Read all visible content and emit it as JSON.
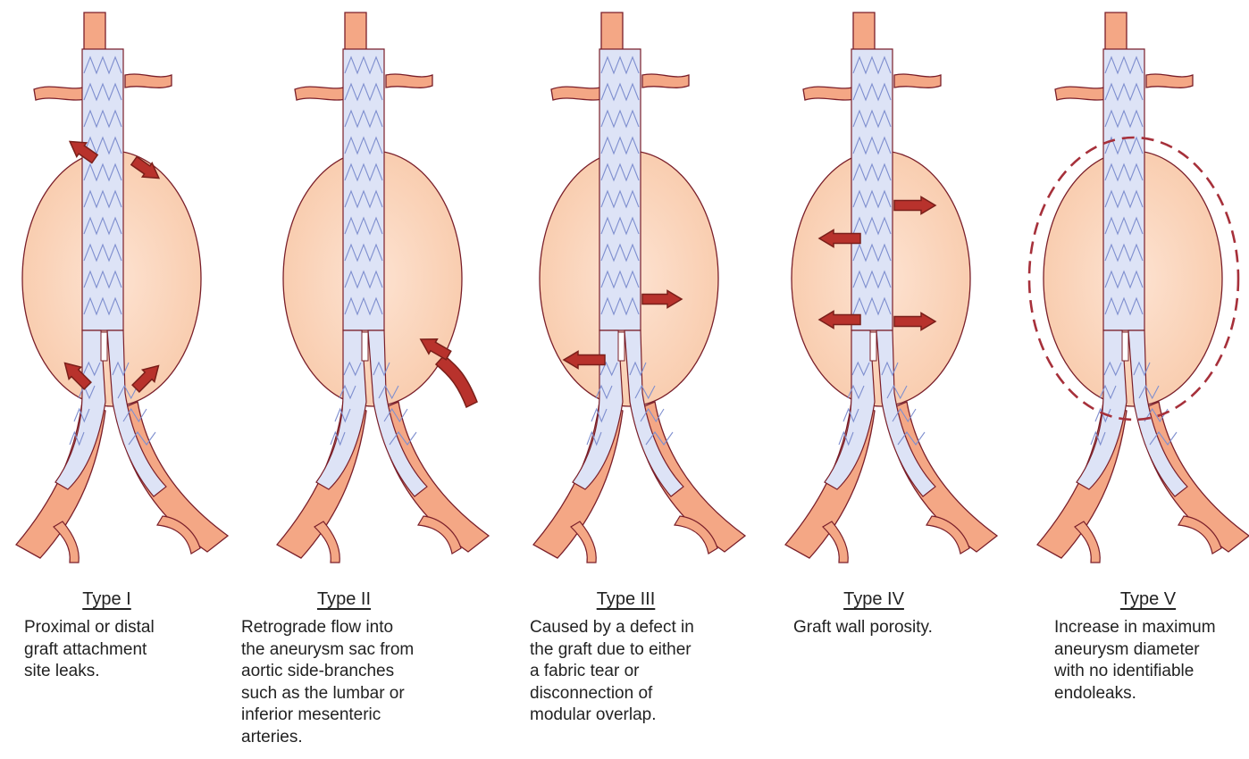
{
  "colors": {
    "artery_fill": "#f4a785",
    "artery_stroke": "#7a1f2a",
    "sac_fill": "#f8c9a9",
    "stent_fill": "#dde3f6",
    "stent_wire": "#7f8fcf",
    "arrow_fill": "#b8322c"
  },
  "panels": [
    {
      "title": "Type I",
      "description": "Proximal or distal graft attachment site leaks.",
      "lines": [
        "Proximal or distal",
        "graft attachment",
        "site leaks."
      ],
      "arrow_icon": "outward-arrows-at-attachment-sites"
    },
    {
      "title": "Type II",
      "description": "Retrograde flow into the aneurysm sac from aortic side-branches such as the lumbar or inferior mesenteric arteries.",
      "lines": [
        "Retrograde flow into",
        "the aneurysm sac from",
        "aortic side-branches",
        "such as the lumbar or",
        "inferior mesenteric",
        "arteries."
      ],
      "arrow_icon": "retrograde-wavy-arrow"
    },
    {
      "title": "Type III",
      "description": "Caused by a defect in the graft due to either a fabric tear or disconnection of modular overlap.",
      "lines": [
        "Caused by a defect in",
        "the graft due to either",
        "a fabric tear or",
        "disconnection of",
        "modular overlap."
      ],
      "arrow_icon": "graft-defect-arrows"
    },
    {
      "title": "Type IV",
      "description": "Graft wall porosity.",
      "lines": [
        "Graft wall porosity."
      ],
      "arrow_icon": "porosity-arrows"
    },
    {
      "title": "Type V",
      "description": "Increase in maximum aneurysm diameter with no identifiable endoleaks.",
      "lines": [
        "Increase in maximum",
        "aneurysm diameter",
        "with no identifiable",
        "endoleaks."
      ],
      "arrow_icon": "dashed-expansion-outline"
    }
  ]
}
